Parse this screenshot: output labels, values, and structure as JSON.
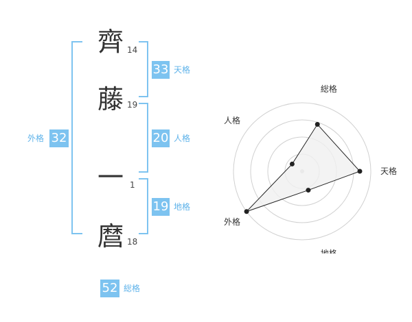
{
  "name": {
    "chars": [
      {
        "char": "齊",
        "strokes": "14"
      },
      {
        "char": "藤",
        "strokes": "19"
      },
      {
        "char": "一",
        "strokes": "1"
      },
      {
        "char": "麿",
        "strokes": "18"
      }
    ]
  },
  "fortunes": {
    "tenkaku": {
      "value": "33",
      "label": "天格"
    },
    "jinkaku": {
      "value": "20",
      "label": "人格"
    },
    "chikaku": {
      "value": "19",
      "label": "地格"
    },
    "gaikaku": {
      "value": "32",
      "label": "外格"
    },
    "soukaku": {
      "value": "52",
      "label": "総格"
    }
  },
  "chart_data": {
    "type": "radar",
    "axes": [
      "総格",
      "天格",
      "地格",
      "外格",
      "人格"
    ],
    "values": [
      0.72,
      0.84,
      0.29,
      1.0,
      0.18
    ],
    "rings": 4,
    "grid": true,
    "fill_color": "#f0f0f0",
    "line_color": "#222222",
    "ring_color": "#d0d0d0"
  },
  "colors": {
    "accent": "#7dc3f0",
    "accent_text": "#5fb3ea"
  }
}
